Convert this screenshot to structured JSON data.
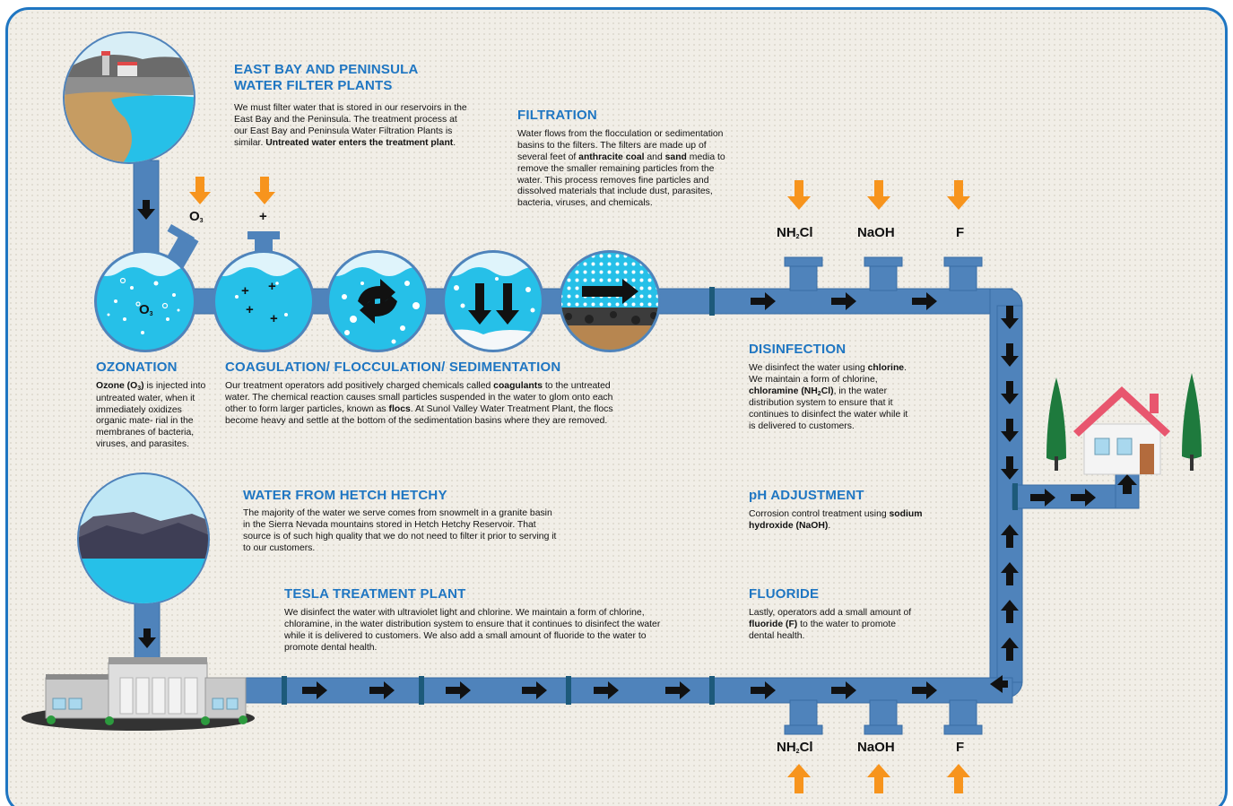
{
  "colors": {
    "accent": "#1f76c2",
    "pipe": "#4f83bb",
    "water": "#26c0e8",
    "chem_arrow": "#f7941d",
    "background": "#f1eee7"
  },
  "east_bay": {
    "title_line1": "EAST BAY AND PENINSULA",
    "title_line2": "WATER FILTER PLANTS",
    "body": "We must filter water that is stored in our reservoirs in the East Bay and the Peninsula. The treatment process at our East Bay and Peninsula Water Filtration Plants is similar.",
    "body_bold": "Untreated water enters the treatment plant",
    "body_end": "."
  },
  "filtration": {
    "title": "FILTRATION",
    "body1": "Water flows from the flocculation or sedimentation basins to the filters. The filters are made up of several feet of",
    "bold1": "anthracite coal",
    "and": "and",
    "bold2": "sand",
    "body2": "media to remove the smaller remaining particles from the water. This process removes fine particles and dissolved materials that include dust, parasites, bacteria, viruses, and chemicals."
  },
  "ozonation": {
    "title": "OZONATION",
    "bold_prefix": "Ozone (O",
    "bold_sub": "3",
    "bold_suffix": ")",
    "body": "is injected into untreated water, when it immediately oxidizes organic mate- rial in the membranes of bacteria, viruses, and parasites."
  },
  "coagulation": {
    "title": "COAGULATION/ FLOCCULATION/ SEDIMENTATION",
    "body1": "Our treatment operators add positively charged chemicals called",
    "bold1": "coagulants",
    "body2": "to the untreated water. The chemical reaction causes small particles suspended in the water to glom onto each other to form larger particles, known as",
    "bold2": "flocs",
    "body3": ". At Sunol Valley Water Treatment Plant, the flocs become heavy and settle at the bottom of the sedimentation basins where they are removed."
  },
  "disinfection": {
    "title": "DISINFECTION",
    "body1": "We disinfect the water using",
    "bold1": "chlorine",
    "body2": ". We maintain a form of chlorine,",
    "bold2_prefix": "chloramine (NH",
    "bold2_sub": "2",
    "bold2_suffix": "Cl)",
    "body3": ", in the water distribution system to ensure that it continues to disinfect the water while it is delivered to customers."
  },
  "ph": {
    "title": "pH ADJUSTMENT",
    "body1": "Corrosion control treatment using",
    "bold1": "sodium hydroxide (NaOH)",
    "body2": "."
  },
  "fluoride": {
    "title": "FLUORIDE",
    "body1": "Lastly, operators add a small amount of",
    "bold1": "fluoride (F)",
    "body2": "to the water to promote dental health."
  },
  "hetch_hetchy": {
    "title": "WATER FROM HETCH HETCHY",
    "body": "The majority of the water we serve comes from snowmelt in a granite basin in the Sierra Nevada mountains stored in Hetch Hetchy Reservoir. That source is of such high quality that we do not need to filter it prior to serving it to our customers."
  },
  "tesla": {
    "title": "TESLA TREATMENT PLANT",
    "body": "We disinfect the water with ultraviolet light and chlorine. We maintain a form of chlorine, chloramine, in the water distribution system to ensure that it continues to disinfect the water while it is delivered to customers. We also add a small amount of fluoride to the water to promote dental health."
  },
  "chemicals": {
    "o3_main": "O",
    "o3_sub": "3",
    "plus": "+",
    "nh2cl_main": "NH",
    "nh2cl_sub": "2",
    "nh2cl_end": "Cl",
    "naoh": "NaOH",
    "f": "F"
  },
  "icons": [
    "reservoir-scene-icon",
    "mountain-reservoir-icon",
    "ozonation-tank-icon",
    "coagulation-tank-icon",
    "flocculation-tank-icon",
    "sedimentation-tank-icon",
    "filter-tank-icon",
    "treatment-plant-icon",
    "house-icon",
    "tree-icon",
    "flow-arrow-icon",
    "chemical-injection-arrow-icon"
  ]
}
